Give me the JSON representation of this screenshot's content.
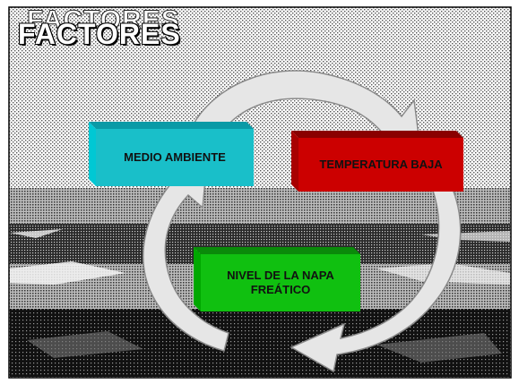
{
  "title": "FACTORES",
  "factors": [
    {
      "label": "MEDIO AMBIENTE",
      "color": "#19bfc9"
    },
    {
      "label": "TEMPERATURA BAJA",
      "color": "#cc0000"
    },
    {
      "label": "NIVEL DE LA NAPA FREÁTICO",
      "color": "#10c010"
    }
  ]
}
